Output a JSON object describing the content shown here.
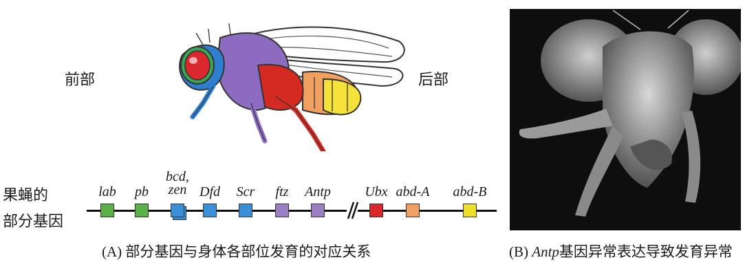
{
  "labels": {
    "anterior": "前部",
    "posterior": "后部",
    "gene_row_label_line1": "果蝇的",
    "gene_row_label_line2": "部分基因"
  },
  "genes": [
    {
      "name": "lab",
      "color": "#5bb04a"
    },
    {
      "name": "pb",
      "color": "#5bb04a"
    },
    {
      "name": "bcd,",
      "name2": "zen",
      "color": "#3a8fd6"
    },
    {
      "name": "Dfd",
      "color": "#3a8fd6"
    },
    {
      "name": "Scr",
      "color": "#3a8fd6"
    },
    {
      "name": "ftz",
      "color": "#9a7fc4"
    },
    {
      "name": "Antp",
      "color": "#9a7fc4"
    },
    {
      "name": "Ubx",
      "color": "#d8282a"
    },
    {
      "name": "abd-A",
      "color": "#f0a064"
    },
    {
      "name": "abd-B",
      "color": "#eee02a"
    }
  ],
  "captions": {
    "a": "(A) 部分基因与身体各部位发育的对应关系",
    "b_italic": "Antp",
    "b_prefix": "(B) ",
    "b_rest": "基因异常表达导致发育异常"
  },
  "colors": {
    "head_red": "#d9272c",
    "head_blue": "#2f7fd1",
    "thorax_purple": "#8c6cc0",
    "abd_red": "#d42a22",
    "abd_orange": "#f2a060",
    "abd_yellow": "#f4e23a",
    "eye_green": "#3aa655"
  }
}
